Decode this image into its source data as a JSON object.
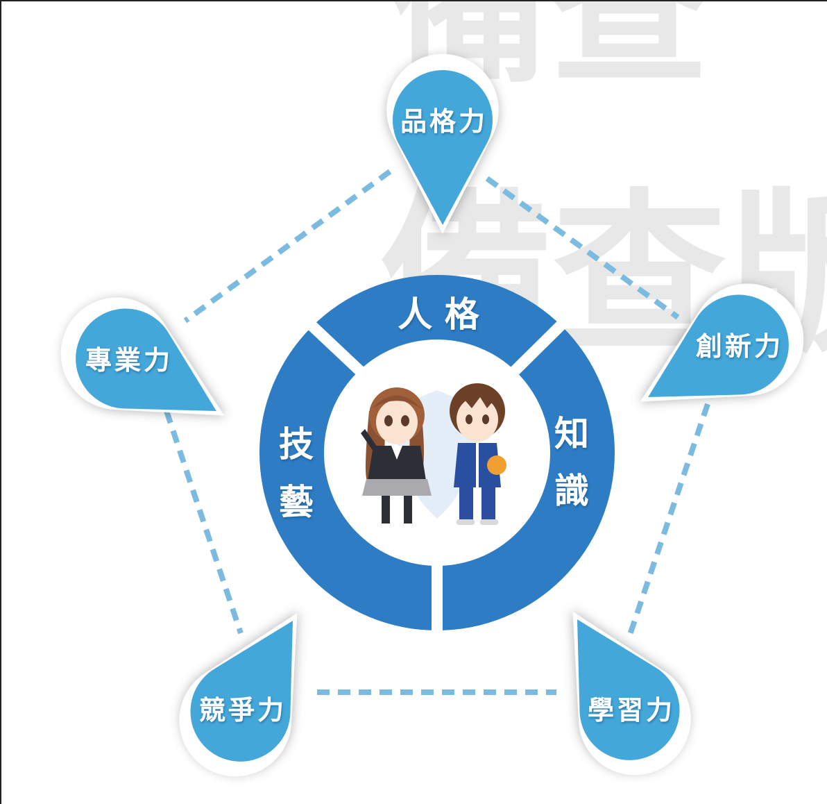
{
  "watermark": {
    "line1": "備查",
    "line2": "備查版"
  },
  "pins": {
    "character": "品格力",
    "professional": "專業力",
    "innovation": "創新力",
    "competitive": "競爭力",
    "learning": "學習力"
  },
  "ring": {
    "personality": "人 格",
    "skills_char1": "技",
    "skills_char2": "藝",
    "knowledge_char1": "知",
    "knowledge_char2": "識"
  },
  "colors": {
    "ring": "#2e7cc4",
    "pin": "#44a7d9",
    "dash": "#7cbbe0",
    "center": "#ffffff"
  }
}
